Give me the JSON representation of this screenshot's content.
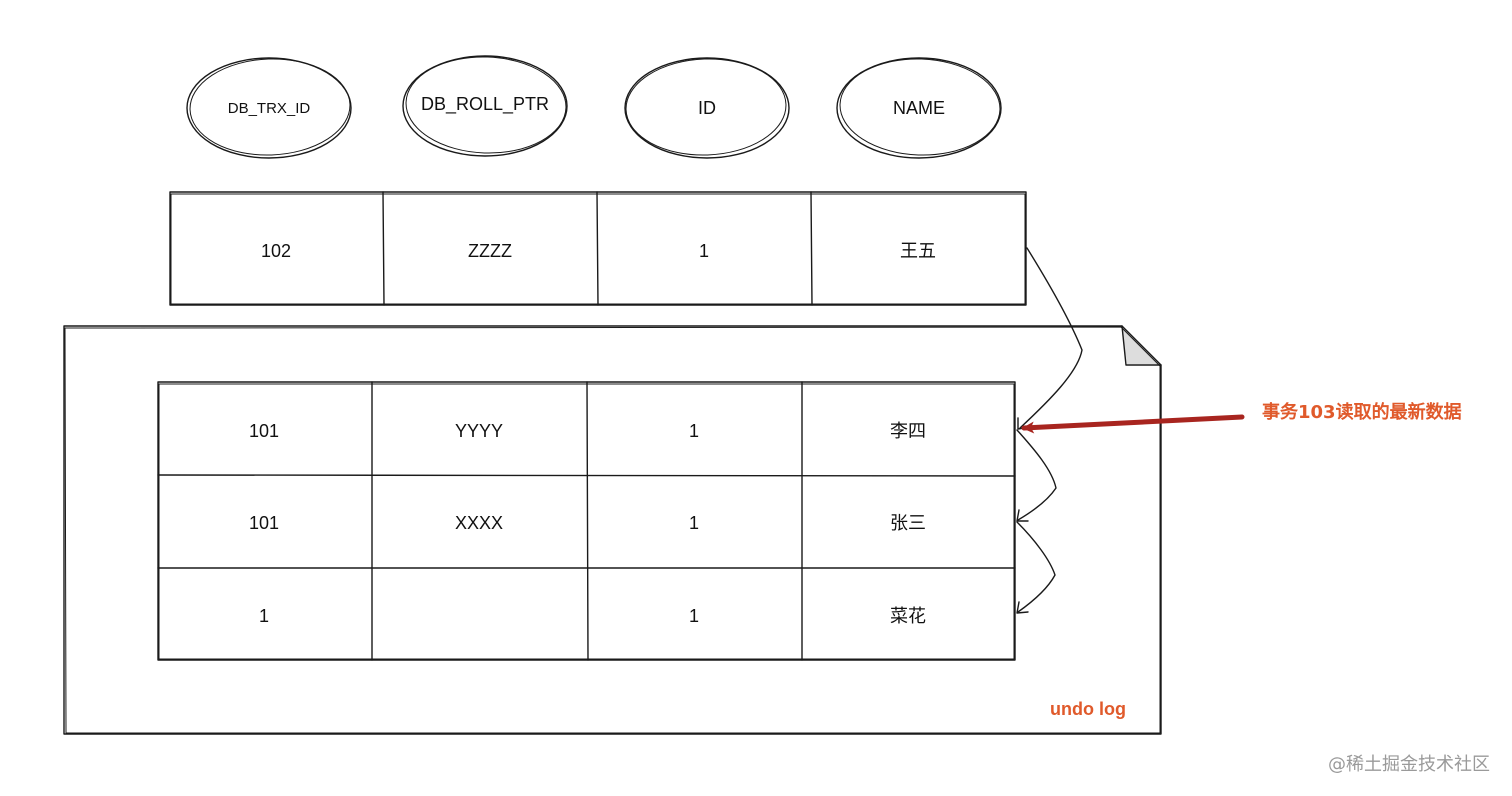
{
  "columns": [
    "DB_TRX_ID",
    "DB_ROLL_PTR",
    "ID",
    "NAME"
  ],
  "current_row": [
    "102",
    "ZZZZ",
    "1",
    "王五"
  ],
  "undo_rows": [
    [
      "101",
      "YYYY",
      "1",
      "李四"
    ],
    [
      "101",
      "XXXX",
      "1",
      "张三"
    ],
    [
      "1",
      "",
      "1",
      "菜花"
    ]
  ],
  "undo_log_label": "undo log",
  "annotation": "事务103读取的最新数据",
  "watermark": "@稀土掘金技术社区",
  "colors": {
    "ink": "#1a1a1a",
    "accent": "#e05a2b",
    "arrow": "#a8251f",
    "watermark": "#9a9a9a"
  }
}
